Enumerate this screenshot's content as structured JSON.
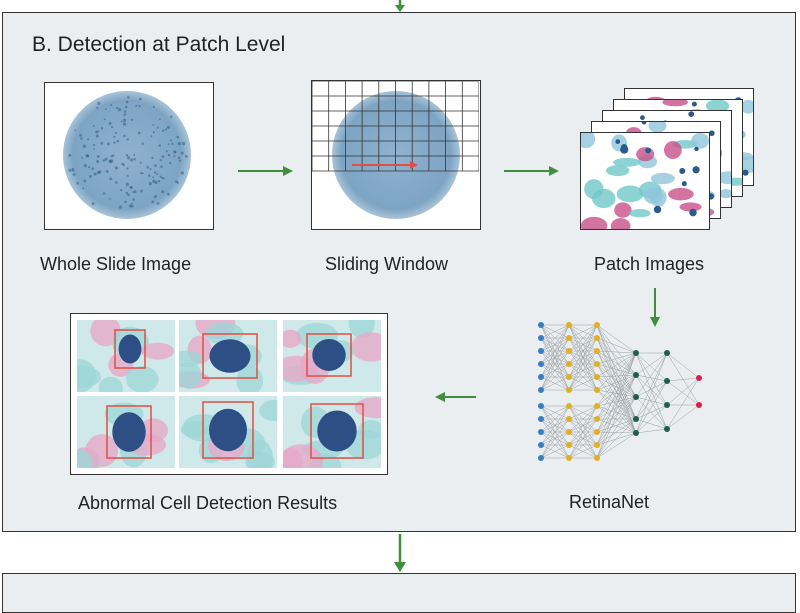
{
  "section_title": "B.  Detection at Patch Level",
  "labels": {
    "whole_slide": "Whole Slide Image",
    "sliding_window": "Sliding Window",
    "patch_images": "Patch Images",
    "retinanet": "RetinaNet",
    "results": "Abnormal Cell Detection Results"
  },
  "colors": {
    "panel_bg": "#ebeef0",
    "arrow_green": "#3f8f3f",
    "cell_blue": "#5b8db3",
    "cell_teal": "#72c8c8",
    "cell_pink": "#c8508a",
    "box_red": "#e05040",
    "node_blue": "#3a7cc0",
    "node_yellow": "#e0b020",
    "node_green": "#1f5e4a",
    "node_red": "#d8204a"
  }
}
